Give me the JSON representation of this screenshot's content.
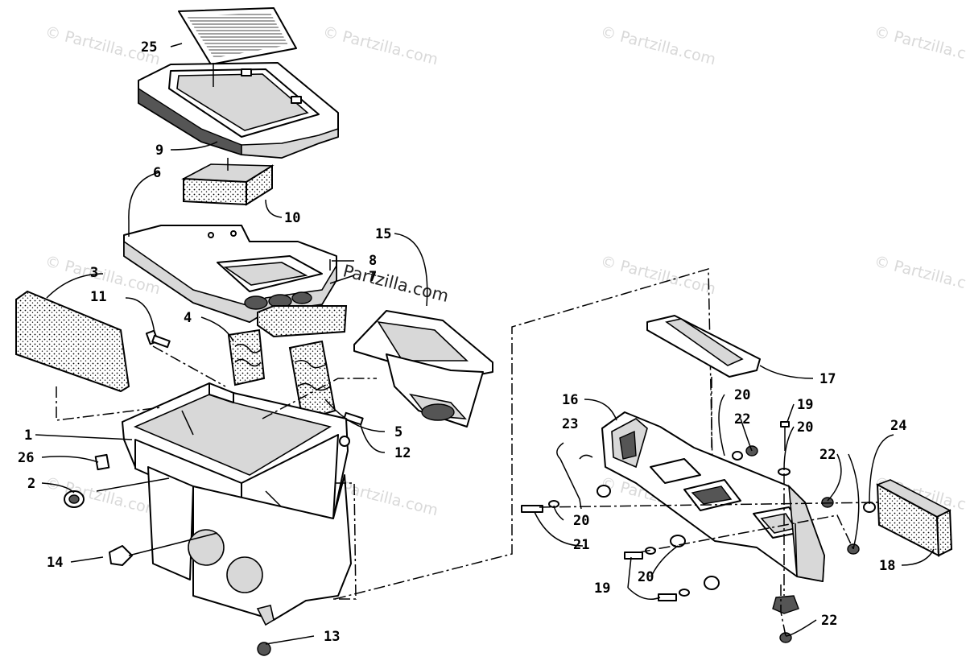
{
  "diagram": {
    "watermark_text": "© Partzilla.com",
    "callouts": [
      "1",
      "2",
      "3",
      "4",
      "5",
      "6",
      "7",
      "8",
      "9",
      "10",
      "11",
      "12",
      "13",
      "14",
      "15",
      "16",
      "17",
      "18",
      "19",
      "20",
      "21",
      "22",
      "23",
      "24",
      "25",
      "26"
    ],
    "labels": [
      {
        "id": "l25a",
        "text": "25"
      },
      {
        "id": "l9",
        "text": "9"
      },
      {
        "id": "l6",
        "text": "6"
      },
      {
        "id": "l10",
        "text": "10"
      },
      {
        "id": "l15",
        "text": "15"
      },
      {
        "id": "l8",
        "text": "8"
      },
      {
        "id": "l7",
        "text": "7"
      },
      {
        "id": "l3",
        "text": "3"
      },
      {
        "id": "l11",
        "text": "11"
      },
      {
        "id": "l4",
        "text": "4"
      },
      {
        "id": "l5",
        "text": "5"
      },
      {
        "id": "l12",
        "text": "12"
      },
      {
        "id": "l1",
        "text": "1"
      },
      {
        "id": "l26",
        "text": "26"
      },
      {
        "id": "l2",
        "text": "2"
      },
      {
        "id": "l14",
        "text": "14"
      },
      {
        "id": "l13",
        "text": "13"
      },
      {
        "id": "l17",
        "text": "17"
      },
      {
        "id": "l16",
        "text": "16"
      },
      {
        "id": "l20a",
        "text": "20"
      },
      {
        "id": "l19a",
        "text": "19"
      },
      {
        "id": "l22a",
        "text": "22"
      },
      {
        "id": "l20b",
        "text": "20"
      },
      {
        "id": "l24",
        "text": "24"
      },
      {
        "id": "l23",
        "text": "23"
      },
      {
        "id": "l22b",
        "text": "22"
      },
      {
        "id": "l20c",
        "text": "20"
      },
      {
        "id": "l21",
        "text": "21"
      },
      {
        "id": "l18",
        "text": "18"
      },
      {
        "id": "l20d",
        "text": "20"
      },
      {
        "id": "l19b",
        "text": "19"
      },
      {
        "id": "l22c",
        "text": "22"
      }
    ]
  }
}
